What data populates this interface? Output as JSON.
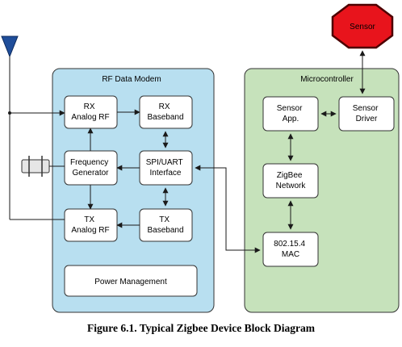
{
  "caption": "Figure 6.1. Typical Zigbee Device Block Diagram",
  "colors": {
    "modem_fill": "#b8dff0",
    "micro_fill": "#c6e2bb",
    "sensor_fill": "#e8141c",
    "sensor_border": "#4d0000",
    "box_fill": "#ffffff",
    "antenna": "#1f4e9a",
    "stroke": "#1a1a1a"
  },
  "rf_modem": {
    "title": "RF Data Modem",
    "rx_analog": [
      "RX",
      "Analog RF"
    ],
    "rx_baseband": [
      "RX",
      "Baseband"
    ],
    "freq_gen": [
      "Frequency",
      "Generator"
    ],
    "spi_uart": [
      "SPI/UART",
      "Interface"
    ],
    "tx_analog": [
      "TX",
      "Analog RF"
    ],
    "tx_baseband": [
      "TX",
      "Baseband"
    ],
    "power": "Power Management"
  },
  "microcontroller": {
    "title": "Microcontroller",
    "sensor_app": [
      "Sensor",
      "App."
    ],
    "sensor_driver": [
      "Sensor",
      "Driver"
    ],
    "zigbee_network": [
      "ZigBee",
      "Network"
    ],
    "mac": [
      "802.15.4",
      "MAC"
    ]
  },
  "sensor": {
    "label": "Sensor"
  }
}
